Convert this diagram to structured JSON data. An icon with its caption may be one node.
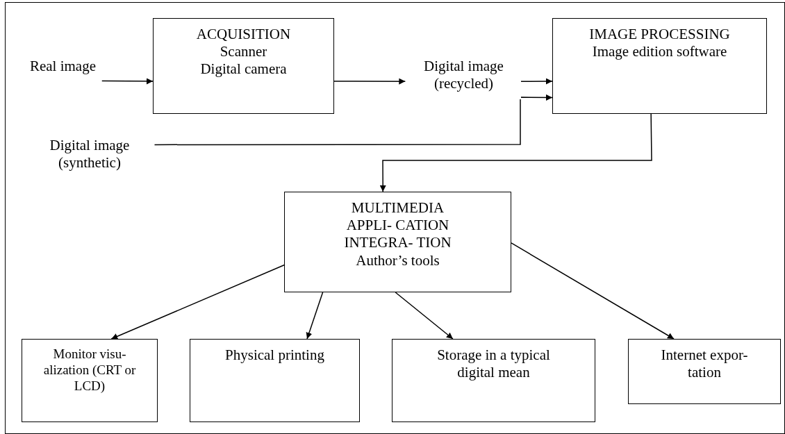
{
  "diagram": {
    "nodes": [
      {
        "text": [
          "Real image"
        ]
      },
      {
        "text": [
          "ACQUISITION",
          "Scanner",
          "Digital camera"
        ]
      },
      {
        "text": [
          "Digital image (recycled)"
        ]
      },
      {
        "text": [
          "IMAGE PROCESSING",
          "Image edition software"
        ]
      },
      {
        "text": [
          "Digital image (synthetic)"
        ]
      },
      {
        "text": [
          "MULTIMEDIA APPLI- CATION INTEGRA- TION",
          "Author’s tools"
        ]
      },
      {
        "text": [
          "Monitor visu- alization (CRT or LCD)"
        ]
      },
      {
        "text": [
          "Physical printing"
        ]
      },
      {
        "text": [
          "Storage in a typical digital mean"
        ]
      },
      {
        "text": [
          "Internet expor- tation"
        ]
      }
    ],
    "edges": [
      {
        "from": 0,
        "to": 1,
        "arrow": "to"
      },
      {
        "from": 1,
        "to": 2,
        "arrow": "to"
      },
      {
        "from": 2,
        "to": 3,
        "arrow": "to"
      },
      {
        "from": 4,
        "to": 3,
        "arrow": "to"
      },
      {
        "from": 3,
        "to": 5,
        "arrow": "to"
      },
      {
        "from": 5,
        "to": 6,
        "arrow": "to"
      },
      {
        "from": 5,
        "to": 7,
        "arrow": "to"
      },
      {
        "from": 5,
        "to": 8,
        "arrow": "to"
      },
      {
        "from": 5,
        "to": 9,
        "arrow": "to"
      }
    ]
  }
}
